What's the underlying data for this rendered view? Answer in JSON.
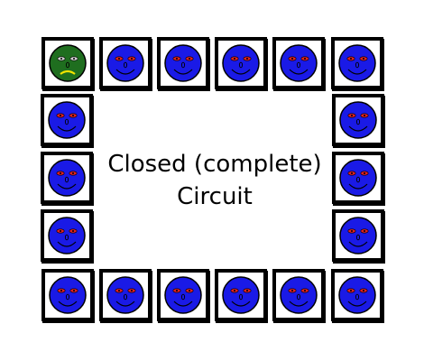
{
  "diagram": {
    "caption_line1": "Closed (complete)",
    "caption_line2": "Circuit"
  },
  "colors": {
    "happy_face": "#1a1ae6",
    "sad_face": "#1f6e1f",
    "happy_eye": "#e02020",
    "sad_eye": "#d0d0d0",
    "sad_mouth": "#f2e400",
    "outline": "#000000"
  },
  "ring": {
    "top": [
      "sad-face",
      "happy-face",
      "happy-face",
      "happy-face",
      "happy-face",
      "happy-face"
    ],
    "right": [
      "happy-face",
      "happy-face",
      "happy-face"
    ],
    "bottom": [
      "happy-face",
      "happy-face",
      "happy-face",
      "happy-face",
      "happy-face",
      "happy-face"
    ],
    "left": [
      "happy-face",
      "happy-face",
      "happy-face"
    ]
  }
}
